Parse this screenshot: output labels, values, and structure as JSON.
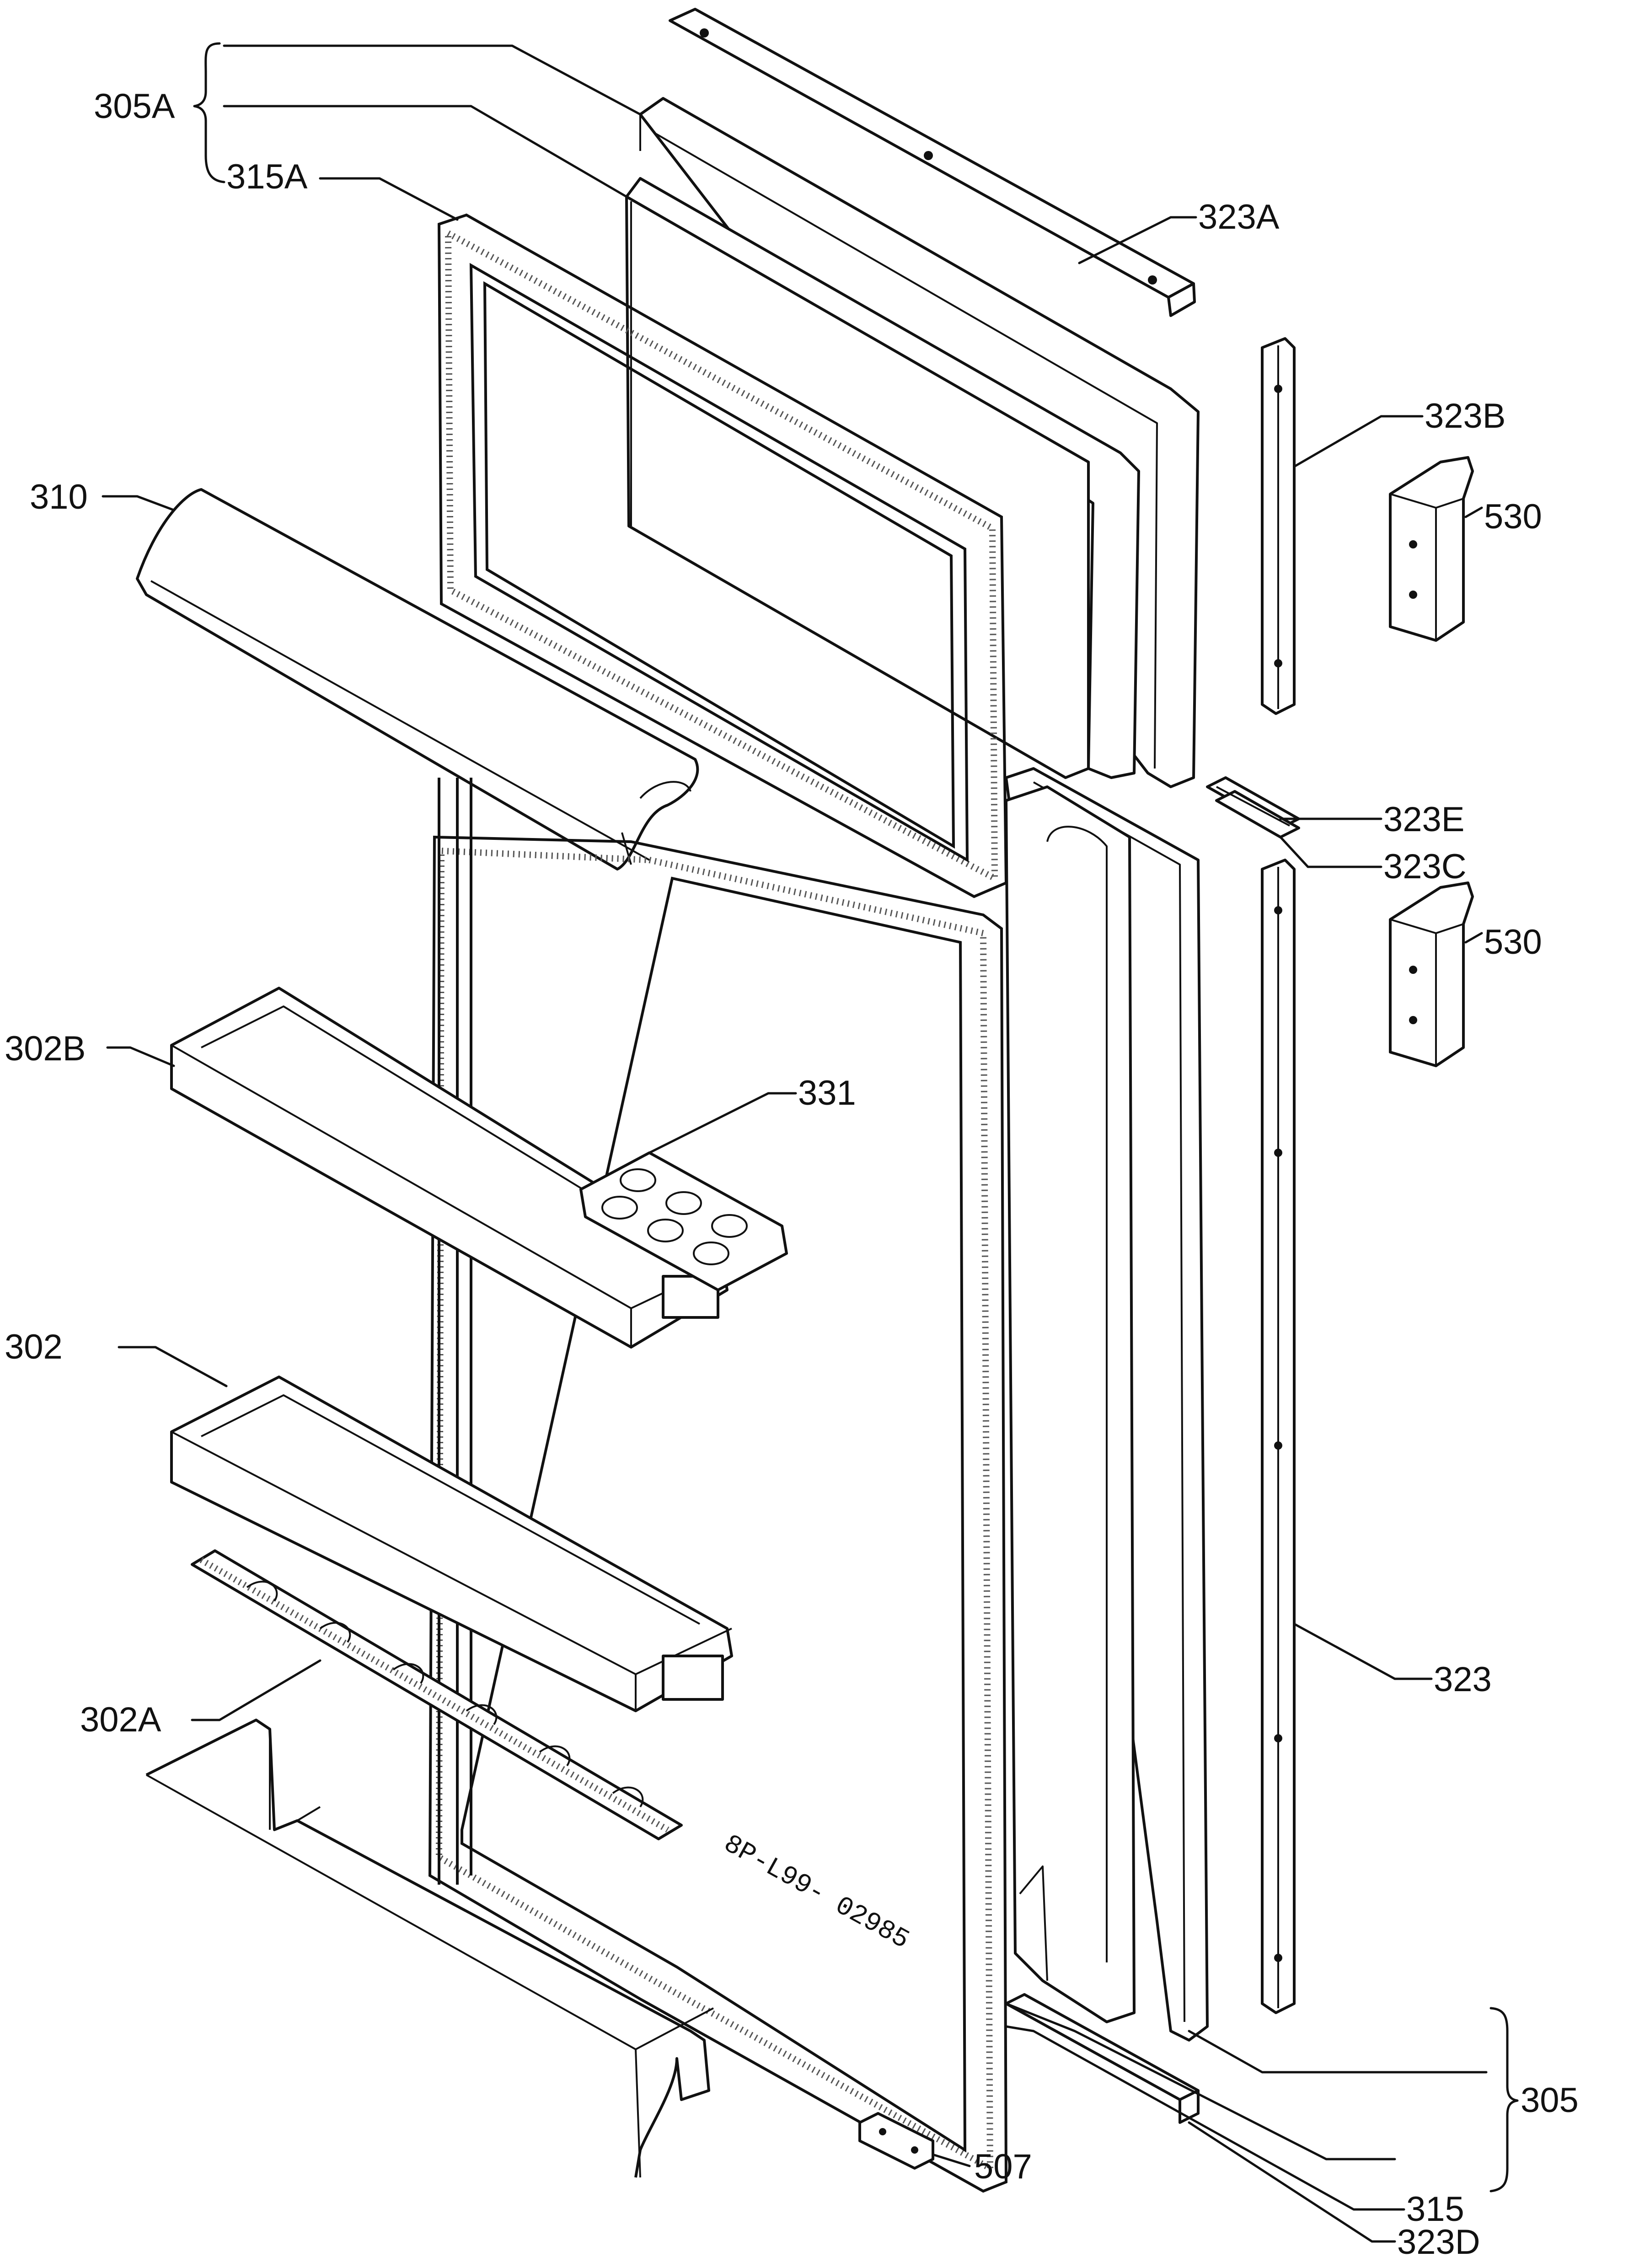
{
  "diagram": {
    "labels": {
      "p305a": "305A",
      "p315a": "315A",
      "p323a": "323A",
      "p323b": "323B",
      "p530_top": "530",
      "p310": "310",
      "p323e": "323E",
      "p323c": "323C",
      "p530_mid": "530",
      "p302b": "302B",
      "p331": "331",
      "p302": "302",
      "p323": "323",
      "p302a": "302A",
      "p305": "305",
      "p315": "315",
      "p507": "507",
      "p323d": "323D"
    },
    "door_marking": "8P-L99- 02985"
  }
}
